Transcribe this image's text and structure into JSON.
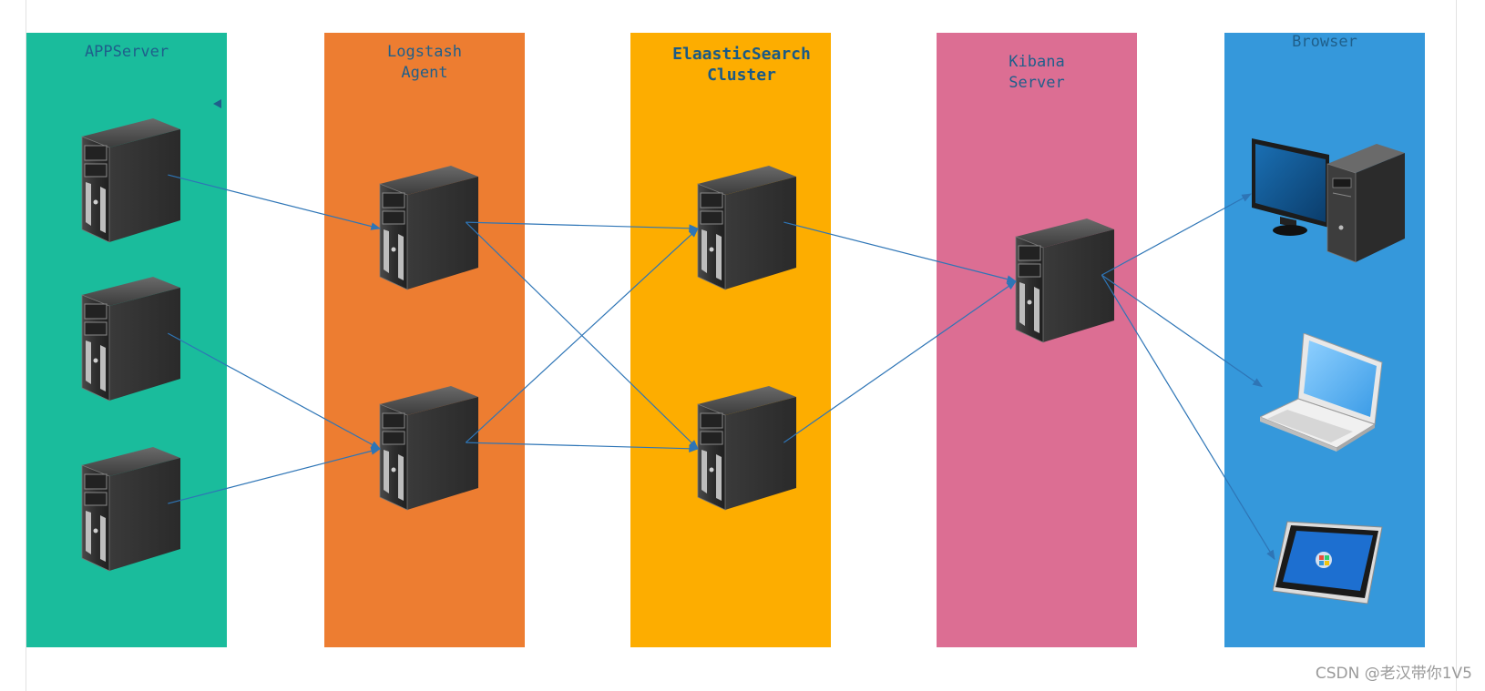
{
  "lanes": {
    "app": {
      "title": "APPServer",
      "color": "#1abc9c"
    },
    "logstash": {
      "title": "Logstash\nAgent",
      "color": "#ed7d31"
    },
    "es": {
      "title": "ElaasticSearch\nCluster",
      "color": "#fdad00"
    },
    "kibana": {
      "title": "Kibana\nServer",
      "color": "#dc6e93"
    },
    "browser": {
      "title": "Browser",
      "color": "#3598db"
    }
  },
  "edges": [
    [
      "app-server-1",
      "logstash-agent-1"
    ],
    [
      "app-server-2",
      "logstash-agent-2"
    ],
    [
      "app-server-3",
      "logstash-agent-2"
    ],
    [
      "logstash-agent-1",
      "es-node-1"
    ],
    [
      "logstash-agent-1",
      "es-node-2"
    ],
    [
      "logstash-agent-2",
      "es-node-1"
    ],
    [
      "logstash-agent-2",
      "es-node-2"
    ],
    [
      "es-node-1",
      "kibana-server"
    ],
    [
      "es-node-2",
      "kibana-server"
    ],
    [
      "kibana-server",
      "desktop-computer"
    ],
    [
      "kibana-server",
      "laptop"
    ],
    [
      "kibana-server",
      "tablet"
    ]
  ],
  "colors": {
    "edge": "#2e75b6"
  },
  "watermark": "CSDN @老汉带你1V5"
}
